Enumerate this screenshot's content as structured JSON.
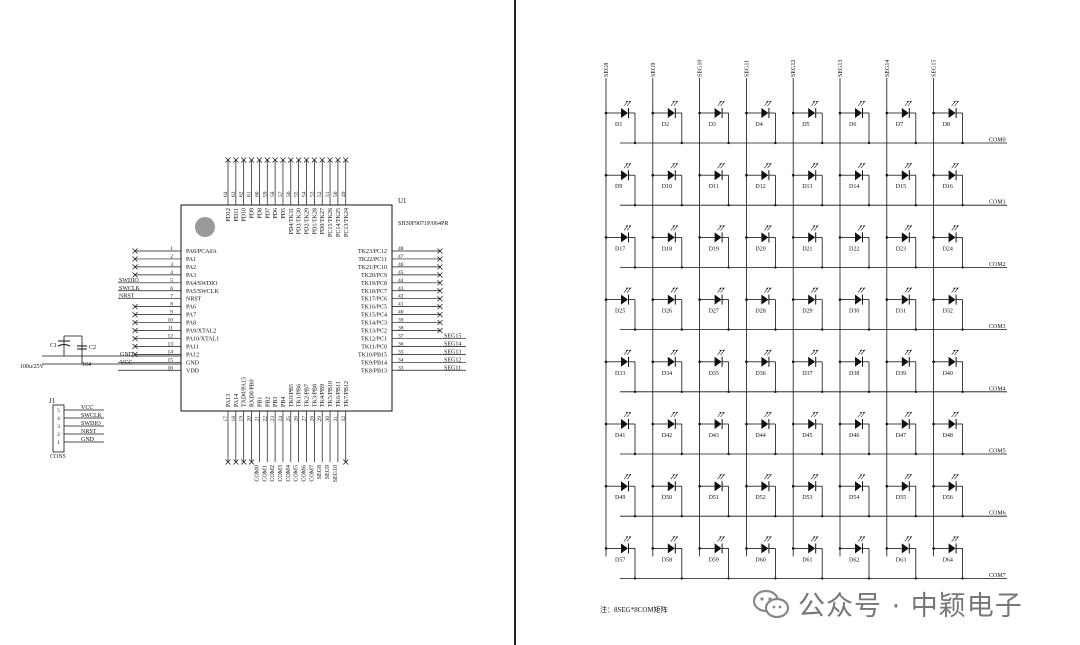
{
  "mcu": {
    "ref": "U1",
    "part": "SH30F9071P/064PR",
    "left_pins": [
      {
        "num": "1",
        "name": "PA0/PCA0A",
        "net": ""
      },
      {
        "num": "2",
        "name": "PA1",
        "net": ""
      },
      {
        "num": "3",
        "name": "PA2",
        "net": ""
      },
      {
        "num": "4",
        "name": "PA3",
        "net": ""
      },
      {
        "num": "5",
        "name": "PA4/SWDIO",
        "net": "SWDIO"
      },
      {
        "num": "6",
        "name": "PA5/SWCLK",
        "net": "SWCLK"
      },
      {
        "num": "7",
        "name": "NRST",
        "net": "NRST"
      },
      {
        "num": "8",
        "name": "PA6",
        "net": ""
      },
      {
        "num": "9",
        "name": "PA7",
        "net": ""
      },
      {
        "num": "10",
        "name": "PA8",
        "net": ""
      },
      {
        "num": "11",
        "name": "PA9/XTAL2",
        "net": ""
      },
      {
        "num": "12",
        "name": "PA10/XTAL1",
        "net": ""
      },
      {
        "num": "13",
        "name": "PA11",
        "net": ""
      },
      {
        "num": "14",
        "name": "PA12",
        "net": ""
      },
      {
        "num": "15",
        "name": "GND",
        "net": "GND"
      },
      {
        "num": "16",
        "name": "VDD",
        "net": "VCC"
      }
    ],
    "right_pins": [
      {
        "num": "48",
        "name": "TK23/PC12",
        "net": ""
      },
      {
        "num": "47",
        "name": "TK22/PC11",
        "net": ""
      },
      {
        "num": "46",
        "name": "TK21/PC10",
        "net": ""
      },
      {
        "num": "45",
        "name": "TK20/PC9",
        "net": ""
      },
      {
        "num": "44",
        "name": "TK19/PC8",
        "net": ""
      },
      {
        "num": "43",
        "name": "TK18/PC7",
        "net": ""
      },
      {
        "num": "42",
        "name": "TK17/PC6",
        "net": ""
      },
      {
        "num": "41",
        "name": "TK16/PC5",
        "net": ""
      },
      {
        "num": "40",
        "name": "TK15/PC4",
        "net": ""
      },
      {
        "num": "39",
        "name": "TK14/PC3",
        "net": ""
      },
      {
        "num": "38",
        "name": "TK13/PC2",
        "net": ""
      },
      {
        "num": "37",
        "name": "TK12/PC1",
        "net": "SEG15"
      },
      {
        "num": "36",
        "name": "TK11/PC0",
        "net": "SEG14"
      },
      {
        "num": "35",
        "name": "TK10/PB15",
        "net": "SEG13"
      },
      {
        "num": "34",
        "name": "TK9/PB14",
        "net": "SEG12"
      },
      {
        "num": "33",
        "name": "TK8/PB13",
        "net": "SEG11"
      }
    ],
    "top_pins": [
      {
        "num": "64",
        "name": "PD12"
      },
      {
        "num": "63",
        "name": "PD11"
      },
      {
        "num": "62",
        "name": "PD10"
      },
      {
        "num": "61",
        "name": "PD9"
      },
      {
        "num": "60",
        "name": "PD8"
      },
      {
        "num": "59",
        "name": "PD7"
      },
      {
        "num": "58",
        "name": "PD6"
      },
      {
        "num": "57",
        "name": "PD5"
      },
      {
        "num": "56",
        "name": "PD4/TK31"
      },
      {
        "num": "55",
        "name": "PD3/TK30"
      },
      {
        "num": "54",
        "name": "PD2/TK29"
      },
      {
        "num": "53",
        "name": "PD1/TK28"
      },
      {
        "num": "52",
        "name": "PD0/TK27"
      },
      {
        "num": "51",
        "name": "PC15/TK26"
      },
      {
        "num": "50",
        "name": "PC14/TK25"
      },
      {
        "num": "49",
        "name": "PC13/TK24"
      }
    ],
    "bottom_pins": [
      {
        "num": "17",
        "name": "PA13",
        "net": ""
      },
      {
        "num": "18",
        "name": "PA14",
        "net": ""
      },
      {
        "num": "19",
        "name": "TXD0/PA15",
        "net": ""
      },
      {
        "num": "20",
        "name": "RXD0/PB0",
        "net": ""
      },
      {
        "num": "21",
        "name": "PB1",
        "net": "COM0"
      },
      {
        "num": "22",
        "name": "PB2",
        "net": "COM1"
      },
      {
        "num": "23",
        "name": "PB3",
        "net": "COM2"
      },
      {
        "num": "24",
        "name": "PB4",
        "net": "COM3"
      },
      {
        "num": "25",
        "name": "TK0/PB5",
        "net": "COM4"
      },
      {
        "num": "26",
        "name": "TK1/PB6",
        "net": "COM5"
      },
      {
        "num": "27",
        "name": "TK2/PB7",
        "net": "COM6"
      },
      {
        "num": "28",
        "name": "TK3/PB8",
        "net": "COM7"
      },
      {
        "num": "29",
        "name": "TK4/PB9",
        "net": "SEG8"
      },
      {
        "num": "30",
        "name": "TK5/PB10",
        "net": "SEG9"
      },
      {
        "num": "31",
        "name": "TK6/PB11",
        "net": "SEG10"
      },
      {
        "num": "32",
        "name": "TK7/PB12",
        "net": ""
      }
    ]
  },
  "caps": {
    "c1_ref": "C1",
    "c1_value": "100u/25V",
    "c2_ref": "C2",
    "c2_value": "104",
    "gnd": "GND",
    "vcc": "VCC"
  },
  "connector": {
    "ref": "J1",
    "part": "CON5",
    "pins": [
      {
        "num": "5",
        "net": "VCC"
      },
      {
        "num": "4",
        "net": "SWCLK"
      },
      {
        "num": "3",
        "net": "SWDIO"
      },
      {
        "num": "2",
        "net": "NRST"
      },
      {
        "num": "1",
        "net": "GND"
      }
    ]
  },
  "matrix": {
    "seg_labels": [
      "SEG8",
      "SEG9",
      "SEG10",
      "SEG11",
      "SEG12",
      "SEG13",
      "SEG14",
      "SEG15"
    ],
    "com_labels": [
      "COM0",
      "COM1",
      "COM2",
      "COM3",
      "COM4",
      "COM5",
      "COM6",
      "COM7"
    ],
    "diode_prefix": "D",
    "note": "注：8SEG*8COM矩阵"
  },
  "watermark": {
    "text": "公众号 · 中颖电子"
  },
  "colors": {
    "line": "#1a1a1a",
    "background": "#ffffff",
    "divider": "#222222",
    "watermark": "#777777"
  }
}
